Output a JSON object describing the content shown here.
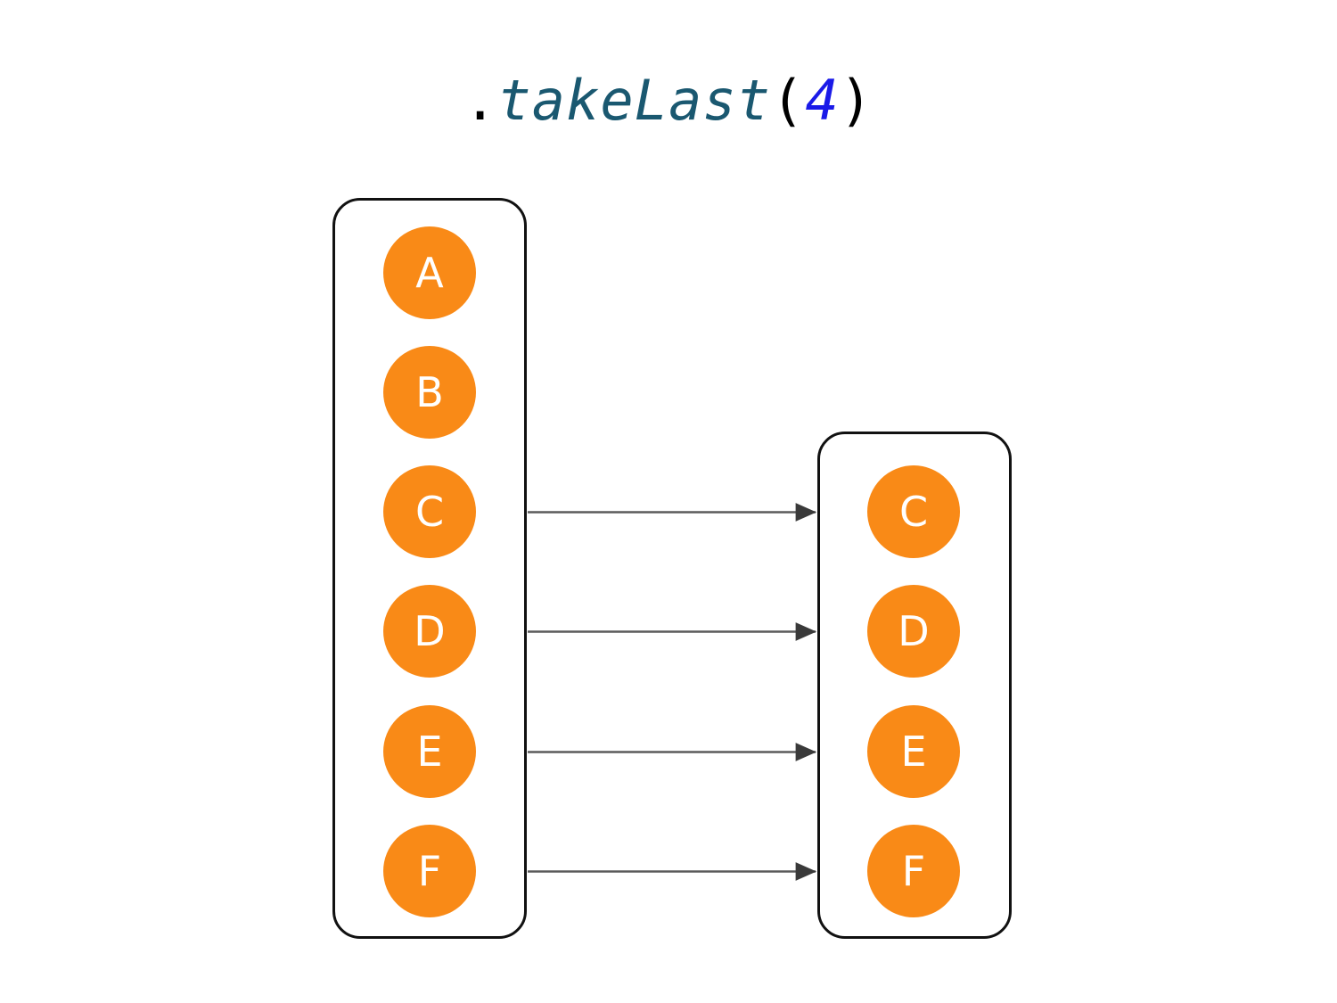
{
  "diagram": {
    "type": "marble-diagram",
    "operator": "takeLast",
    "title": {
      "dot": ".",
      "method": "takeLast",
      "paren_open": "(",
      "argument": "4",
      "paren_close": ")",
      "full": ".takeLast(4)"
    },
    "colors": {
      "background": "#ffffff",
      "marble_fill": "#F98A17",
      "marble_label": "#ffffff",
      "container_border": "#111111",
      "arrow": "#555555",
      "title_method": "#1A5870",
      "title_argument": "#1A1AE8",
      "title_punctuation": "#000000"
    },
    "source_stream": {
      "name": "source",
      "count": 6,
      "items": [
        {
          "label": "A",
          "emitted_to_result": false
        },
        {
          "label": "B",
          "emitted_to_result": false
        },
        {
          "label": "C",
          "emitted_to_result": true
        },
        {
          "label": "D",
          "emitted_to_result": true
        },
        {
          "label": "E",
          "emitted_to_result": true
        },
        {
          "label": "F",
          "emitted_to_result": true
        }
      ]
    },
    "result_stream": {
      "name": "result",
      "count": 4,
      "items": [
        {
          "label": "C"
        },
        {
          "label": "D"
        },
        {
          "label": "E"
        },
        {
          "label": "F"
        }
      ]
    },
    "mappings": [
      {
        "from": "C",
        "to": "C"
      },
      {
        "from": "D",
        "to": "D"
      },
      {
        "from": "E",
        "to": "E"
      },
      {
        "from": "F",
        "to": "F"
      }
    ]
  }
}
